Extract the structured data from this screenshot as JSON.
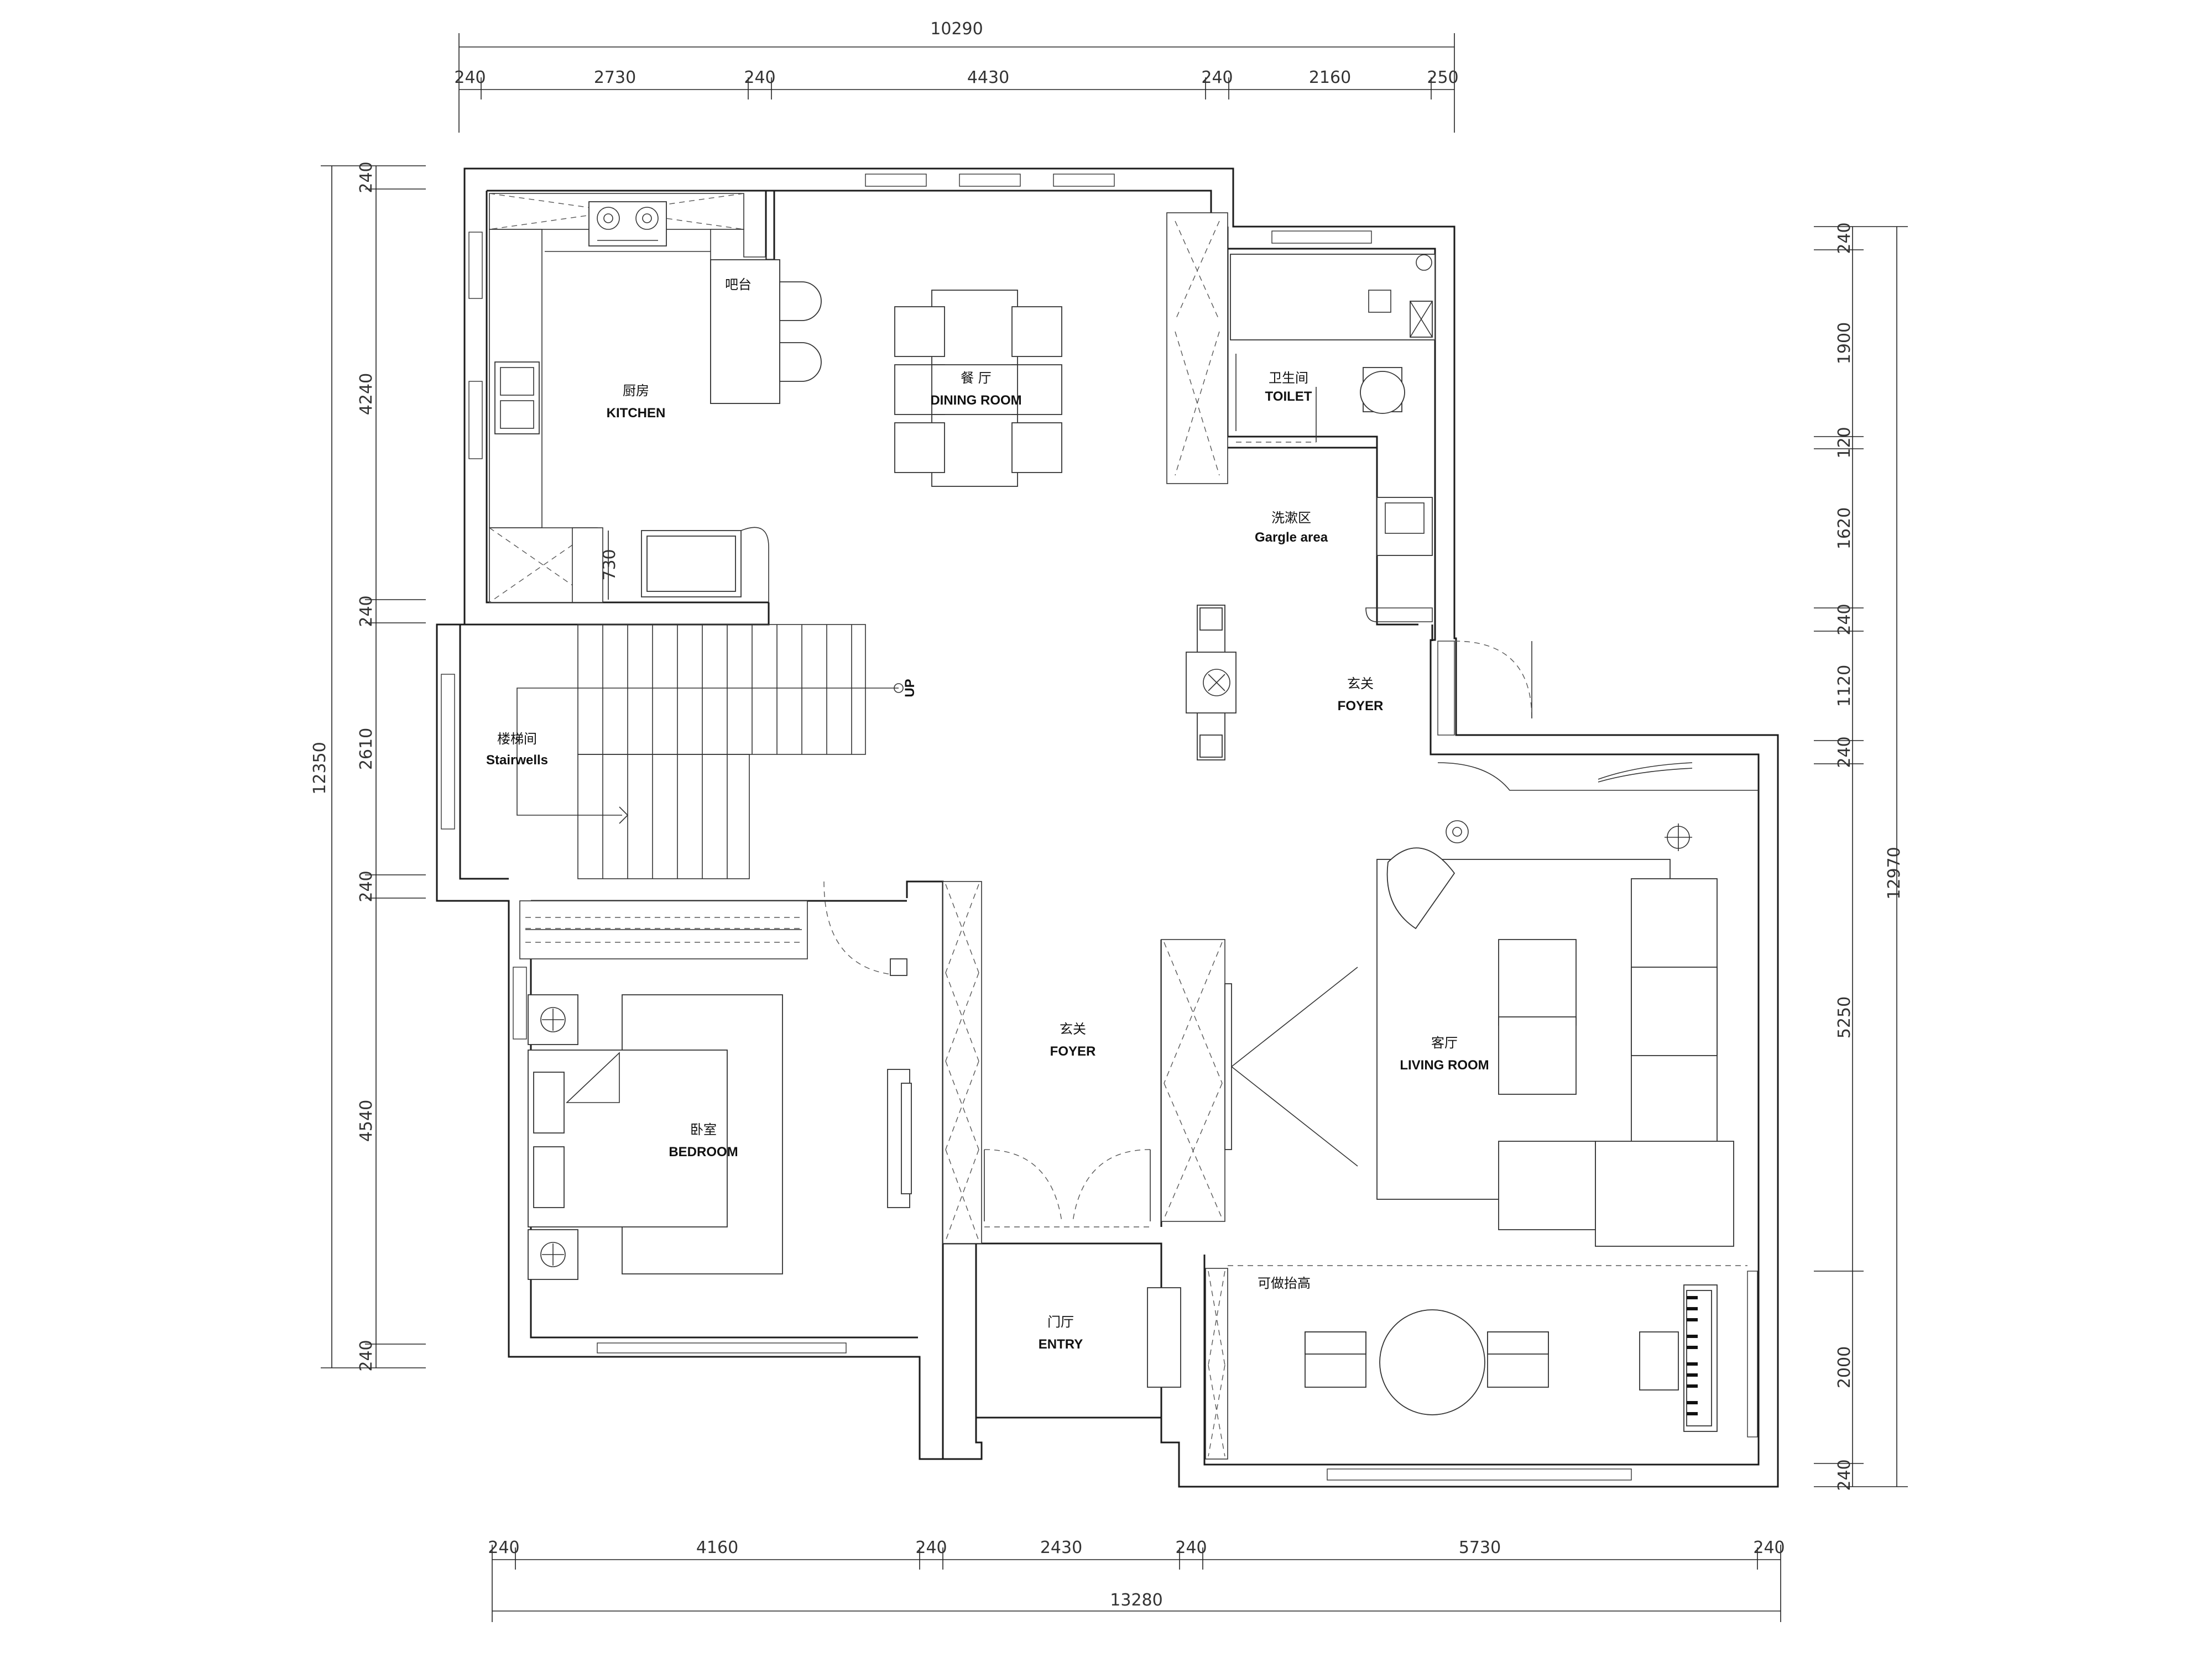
{
  "dimensions": {
    "top_total": "10290",
    "top_segments": [
      "240",
      "2730",
      "240",
      "4430",
      "240",
      "2160",
      "250"
    ],
    "left_total": "12350",
    "left_segments": [
      "240",
      "4240",
      "240",
      "2610",
      "240",
      "4540",
      "240"
    ],
    "right_total": "12970",
    "right_segments": [
      "240",
      "1900",
      "120",
      "1620",
      "240",
      "1120",
      "240",
      "5250",
      "2000",
      "240"
    ],
    "bottom_total": "13280",
    "bottom_segments": [
      "240",
      "4160",
      "240",
      "2430",
      "240",
      "5730",
      "240"
    ],
    "counter_depth": "730"
  },
  "rooms": {
    "kitchen_zh": "厨房",
    "kitchen_en": "KITCHEN",
    "bar_zh": "吧台",
    "dining_zh": "餐 厅",
    "dining_en": "DINING ROOM",
    "toilet_zh": "卫生间",
    "toilet_en": "TOILET",
    "gargle_zh": "洗漱区",
    "gargle_en": "Gargle area",
    "stairs_zh": "楼梯间",
    "stairs_en": "Stairwells",
    "stairs_up": "UP",
    "foyer1_zh": "玄关",
    "foyer1_en": "FOYER",
    "foyer2_zh": "玄关",
    "foyer2_en": "FOYER",
    "living_zh": "客厅",
    "living_en": "LIVING ROOM",
    "bedroom_zh": "卧室",
    "bedroom_en": "BEDROOM",
    "entry_zh": "门厅",
    "entry_en": "ENTRY",
    "raise_note": "可做抬高"
  }
}
